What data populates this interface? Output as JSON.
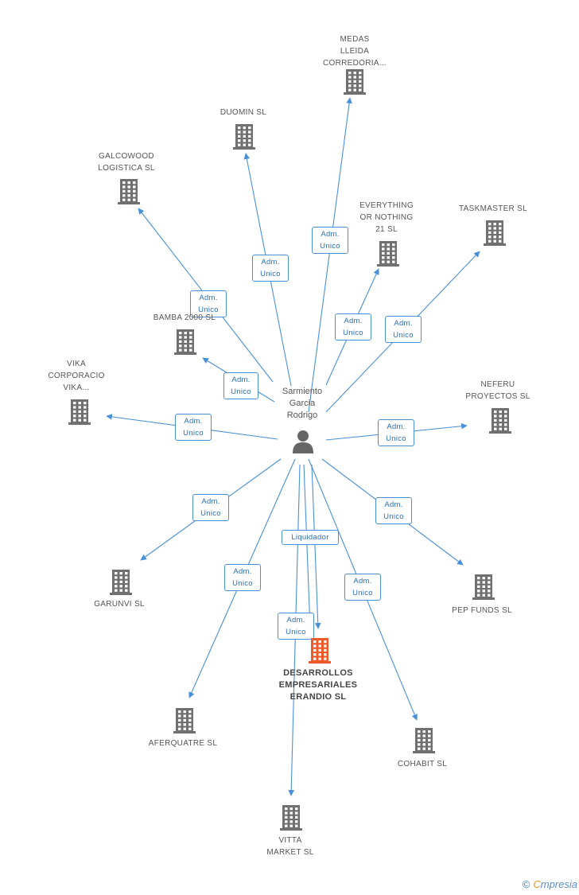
{
  "colors": {
    "edge": "#4a90d9",
    "building": "#707070",
    "building_highlight": "#f05a28"
  },
  "person": {
    "name": "Sarmiento\nGarcia\nRodrigo",
    "icon": "person-icon"
  },
  "nodes": [
    {
      "id": "medas",
      "label": "MEDAS\nLLEIDA\nCORREDORIA..."
    },
    {
      "id": "duomin",
      "label": "DUOMIN SL"
    },
    {
      "id": "galcowood",
      "label": "GALCOWOOD\nLOGISTICA SL"
    },
    {
      "id": "everything",
      "label": "EVERYTHING\nOR NOTHING\n21  SL"
    },
    {
      "id": "taskmaster",
      "label": "TASKMASTER SL"
    },
    {
      "id": "bamba",
      "label": "BAMBA 2000 SL"
    },
    {
      "id": "vika",
      "label": "VIKA\nCORPORACIO\nVIKA..."
    },
    {
      "id": "neferu",
      "label": "NEFERU\nPROYECTOS SL"
    },
    {
      "id": "garunvi",
      "label": "GARUNVI SL"
    },
    {
      "id": "pepfunds",
      "label": "PEP FUNDS SL"
    },
    {
      "id": "desarrollos",
      "label": "DESARROLLOS\nEMPRESARIALES\nERANDIO SL",
      "highlight": true
    },
    {
      "id": "aferquatre",
      "label": "AFERQUATRE SL"
    },
    {
      "id": "cohabit",
      "label": "COHABIT SL"
    },
    {
      "id": "vitta",
      "label": "VITTA\nMARKET SL"
    }
  ],
  "edges": [
    {
      "to": "medas",
      "role": [
        "Adm.",
        "Unico"
      ]
    },
    {
      "to": "duomin",
      "role": [
        "Adm.",
        "Unico"
      ]
    },
    {
      "to": "galcowood",
      "role": [
        "Adm.",
        "Unico"
      ]
    },
    {
      "to": "everything",
      "role": [
        "Adm.",
        "Unico"
      ]
    },
    {
      "to": "taskmaster",
      "role": [
        "Adm.",
        "Unico"
      ]
    },
    {
      "to": "bamba",
      "role": [
        "Adm.",
        "Unico"
      ]
    },
    {
      "to": "vika",
      "role": [
        "Adm.",
        "Unico"
      ]
    },
    {
      "to": "neferu",
      "role": [
        "Adm.",
        "Unico"
      ]
    },
    {
      "to": "garunvi",
      "role": [
        "Adm.",
        "Unico"
      ]
    },
    {
      "to": "pepfunds",
      "role": [
        "Adm.",
        "Unico"
      ]
    },
    {
      "to": "desarrollos",
      "role": [
        "Liquidador"
      ]
    },
    {
      "to": "desarrollos",
      "role": [
        "Adm.",
        "Unico"
      ]
    },
    {
      "to": "aferquatre",
      "role": [
        "Adm.",
        "Unico"
      ]
    },
    {
      "to": "cohabit",
      "role": [
        "Adm.",
        "Unico"
      ]
    },
    {
      "to": "vitta",
      "role": [
        "Adm.",
        "Unico"
      ]
    }
  ],
  "footer": {
    "copyright": "©",
    "brand_first": "C",
    "brand_rest": "mpresia"
  }
}
